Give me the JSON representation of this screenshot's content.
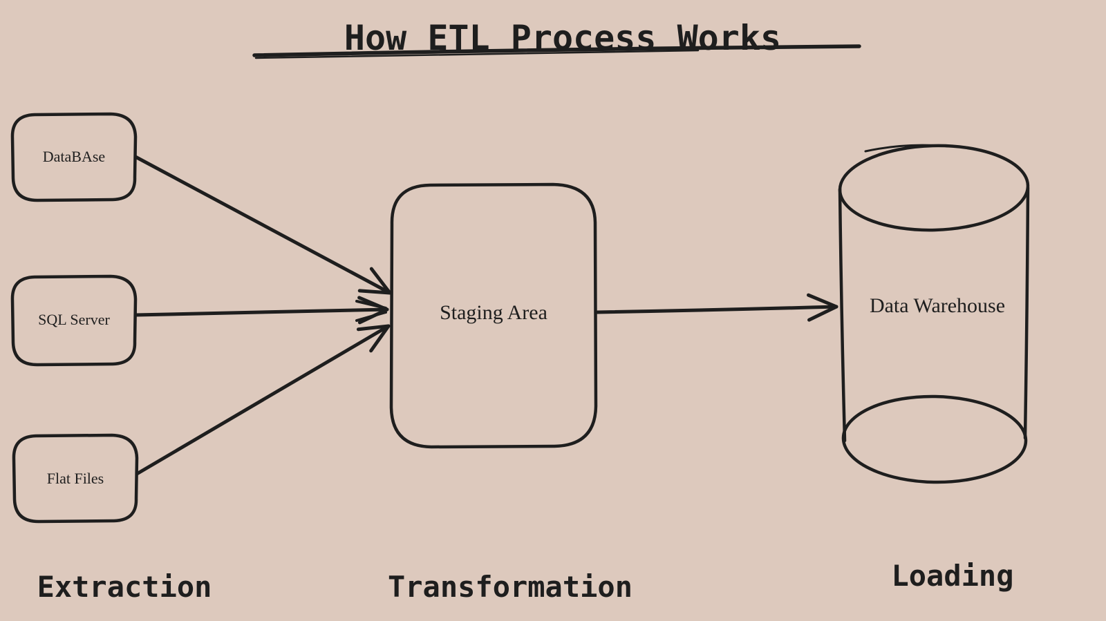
{
  "title": "How ETL Process Works",
  "colors": {
    "background": "#ddc9bd",
    "ink": "#1e1e1e"
  },
  "nodes": {
    "database": {
      "label": "DataBAse"
    },
    "sql_server": {
      "label": "SQL Server"
    },
    "flat_files": {
      "label": "Flat Files"
    },
    "staging": {
      "label": "Staging Area"
    },
    "warehouse": {
      "label": "Data Warehouse"
    }
  },
  "stage_labels": {
    "extraction": "Extraction",
    "transformation": "Transformation",
    "loading": "Loading"
  }
}
